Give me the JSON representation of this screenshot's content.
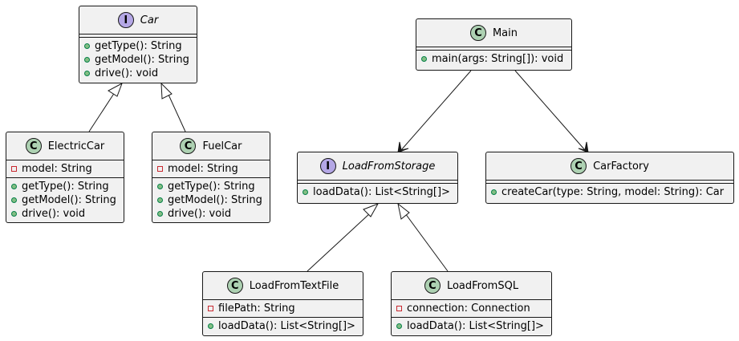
{
  "classes": {
    "car": {
      "kind": "I",
      "name": "Car",
      "italic": true,
      "fields": [],
      "methods": [
        {
          "vis": "public",
          "text": "getType(): String"
        },
        {
          "vis": "public",
          "text": "getModel(): String"
        },
        {
          "vis": "public",
          "text": "drive(): void"
        }
      ]
    },
    "electric_car": {
      "kind": "C",
      "name": "ElectricCar",
      "italic": false,
      "fields": [
        {
          "vis": "private",
          "text": "model: String"
        }
      ],
      "methods": [
        {
          "vis": "public",
          "text": "getType(): String"
        },
        {
          "vis": "public",
          "text": "getModel(): String"
        },
        {
          "vis": "public",
          "text": "drive(): void"
        }
      ]
    },
    "fuel_car": {
      "kind": "C",
      "name": "FuelCar",
      "italic": false,
      "fields": [
        {
          "vis": "private",
          "text": "model: String"
        }
      ],
      "methods": [
        {
          "vis": "public",
          "text": "getType(): String"
        },
        {
          "vis": "public",
          "text": "getModel(): String"
        },
        {
          "vis": "public",
          "text": "drive(): void"
        }
      ]
    },
    "main": {
      "kind": "C",
      "name": "Main",
      "italic": false,
      "fields": [],
      "methods": [
        {
          "vis": "public",
          "text": "main(args: String[]): void"
        }
      ]
    },
    "load_from_storage": {
      "kind": "I",
      "name": "LoadFromStorage",
      "italic": true,
      "fields": [],
      "methods": [
        {
          "vis": "public",
          "text": "loadData(): List<String[]>"
        }
      ]
    },
    "car_factory": {
      "kind": "C",
      "name": "CarFactory",
      "italic": false,
      "fields": [],
      "methods": [
        {
          "vis": "public",
          "text": "createCar(type: String, model: String): Car"
        }
      ]
    },
    "load_from_text_file": {
      "kind": "C",
      "name": "LoadFromTextFile",
      "italic": false,
      "fields": [
        {
          "vis": "private",
          "text": "filePath: String"
        }
      ],
      "methods": [
        {
          "vis": "public",
          "text": "loadData(): List<String[]>"
        }
      ]
    },
    "load_from_sql": {
      "kind": "C",
      "name": "LoadFromSQL",
      "italic": false,
      "fields": [
        {
          "vis": "private",
          "text": "connection: Connection"
        }
      ],
      "methods": [
        {
          "vis": "public",
          "text": "loadData(): List<String[]>"
        }
      ]
    }
  },
  "relations": [
    {
      "from": "electric_car",
      "to": "car",
      "type": "realization"
    },
    {
      "from": "fuel_car",
      "to": "car",
      "type": "realization"
    },
    {
      "from": "main",
      "to": "load_from_storage",
      "type": "dependency"
    },
    {
      "from": "main",
      "to": "car_factory",
      "type": "dependency"
    },
    {
      "from": "load_from_text_file",
      "to": "load_from_storage",
      "type": "realization"
    },
    {
      "from": "load_from_sql",
      "to": "load_from_storage",
      "type": "realization"
    }
  ]
}
